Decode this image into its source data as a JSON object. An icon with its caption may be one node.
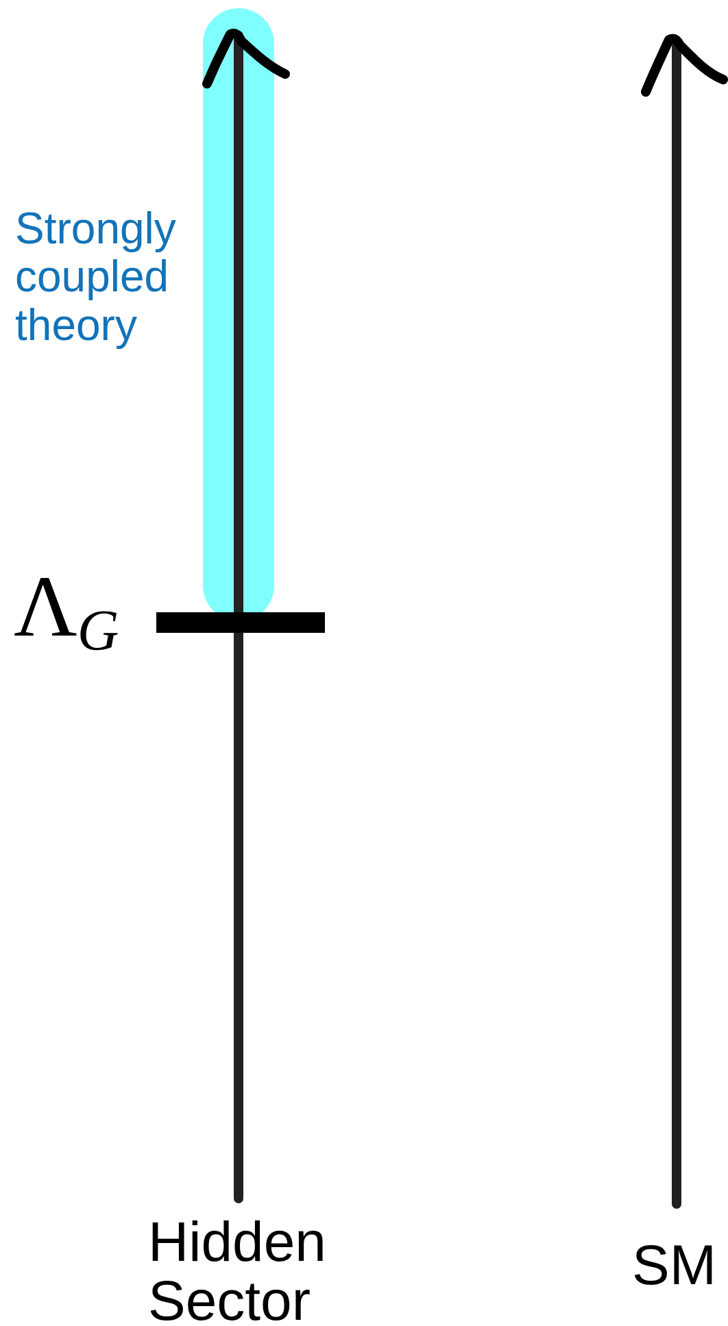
{
  "diagram": {
    "labels": [
      "Strongly coupled theory",
      "Λ$_{G}$",
      "Hidden Sector",
      "SM"
    ]
  }
}
